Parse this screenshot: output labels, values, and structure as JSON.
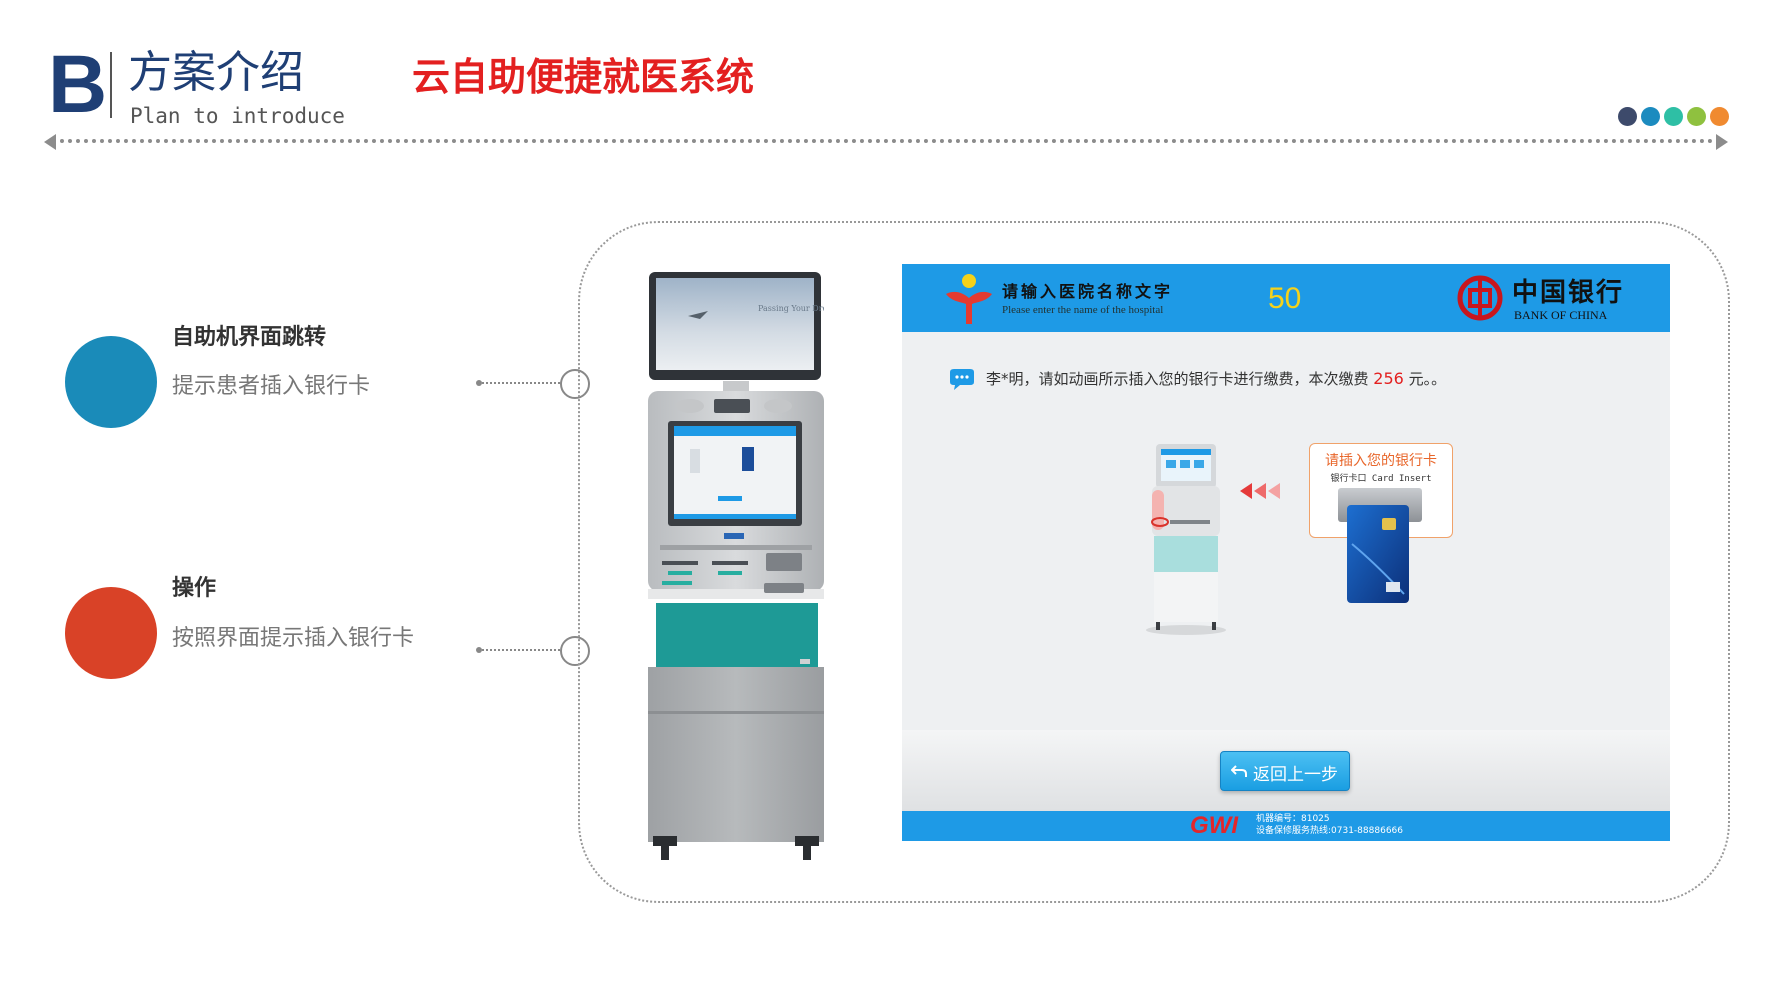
{
  "header": {
    "letter": "B",
    "title_cn": "方案介绍",
    "title_en": "Plan to introduce",
    "main_title": "云自助便捷就医系统",
    "dot_colors": [
      "#3d4a6b",
      "#1c8bbf",
      "#2ebfa5",
      "#8fc13f",
      "#f08a30"
    ]
  },
  "items": [
    {
      "title": "自助机界面跳转",
      "desc": "提示患者插入银行卡",
      "color": "#1a8bb9"
    },
    {
      "title": "操作",
      "desc": "按照界面提示插入银行卡",
      "color": "#d94227"
    }
  ],
  "kiosk_screen_text": "Passing Your Dream",
  "screen": {
    "hospital_cn": "请输入医院名称文字",
    "hospital_en": "Please enter the name of the hospital",
    "countdown": "50",
    "bank_cn": "中国银行",
    "bank_en": "BANK OF CHINA",
    "message_prefix": "李*明，请如动画所示插入您的银行卡进行缴费，本次缴费",
    "amount": "256",
    "message_suffix": "元。。",
    "card_prompt_title": "请插入您的银行卡",
    "card_prompt_sub": "银行卡口 Card Insert",
    "back_button": "返回上一步",
    "footer_brand": "GWI",
    "footer_device_no": "机器编号：81025",
    "footer_hotline": "设备保修服务热线:0731-88886666"
  }
}
